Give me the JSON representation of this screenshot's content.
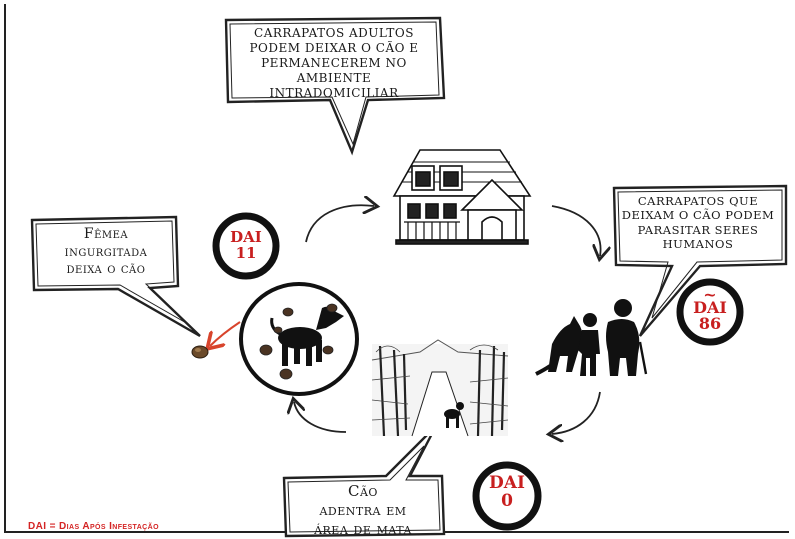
{
  "bubbles": {
    "top": [
      "CARRAPATOS ADULTOS",
      "PODEM DEIXAR O CÃO E",
      "PERMANECEREM NO",
      "AMBIENTE",
      "INTRADOMICILIAR"
    ],
    "right": [
      "CARRAPATOS QUE",
      "DEIXAM O CÃO PODEM",
      "PARASITAR SERES",
      "HUMANOS"
    ],
    "left": [
      "Fêmea",
      "ingurgitada",
      "deixa o cão"
    ],
    "bottom": [
      "Cão",
      "adentra em",
      "área de mata"
    ]
  },
  "badges": {
    "dai11": [
      "DAI",
      "11"
    ],
    "dai86": [
      "~",
      "DAI",
      "86"
    ],
    "dai0": [
      "DAI",
      "0"
    ]
  },
  "legend": "DAI = Dias Após Infestação",
  "colors": {
    "accent_red": "#c81f1f",
    "ink": "#1a1a1a"
  },
  "icons": [
    "house-icon",
    "dog-with-ticks-icon",
    "forest-path-icon",
    "people-with-dog-icon",
    "engorged-tick-icon"
  ]
}
